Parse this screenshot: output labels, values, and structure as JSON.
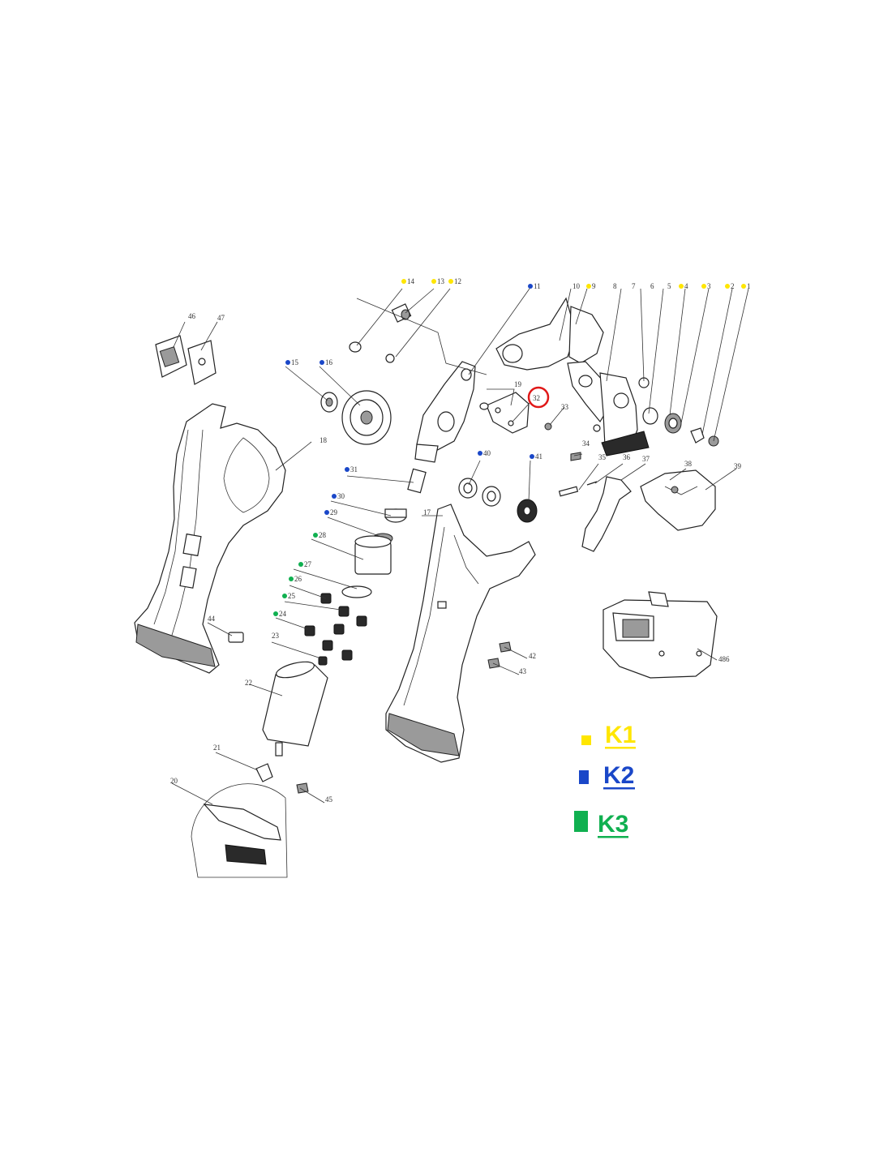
{
  "colors": {
    "k1": "#ffe600",
    "k2": "#1a47c8",
    "k3": "#10b050",
    "highlight": "#e01818",
    "line": "#222222"
  },
  "legend": [
    {
      "key": "K1",
      "label": "K1",
      "color": "#ffe600"
    },
    {
      "key": "K2",
      "label": "K2",
      "color": "#1a47c8"
    },
    {
      "key": "K3",
      "label": "K3",
      "color": "#10b050"
    }
  ],
  "highlighted_part": "32",
  "parts": [
    {
      "n": "1",
      "group": "K1"
    },
    {
      "n": "2",
      "group": "K1"
    },
    {
      "n": "3",
      "group": "K1"
    },
    {
      "n": "4",
      "group": "K1"
    },
    {
      "n": "5",
      "group": null
    },
    {
      "n": "6",
      "group": null
    },
    {
      "n": "7",
      "group": null
    },
    {
      "n": "8",
      "group": null
    },
    {
      "n": "9",
      "group": "K1"
    },
    {
      "n": "10",
      "group": null
    },
    {
      "n": "11",
      "group": "K2"
    },
    {
      "n": "12",
      "group": "K1"
    },
    {
      "n": "13",
      "group": "K1"
    },
    {
      "n": "14",
      "group": "K1"
    },
    {
      "n": "15",
      "group": "K2"
    },
    {
      "n": "16",
      "group": "K2"
    },
    {
      "n": "17",
      "group": null
    },
    {
      "n": "18",
      "group": null
    },
    {
      "n": "19",
      "group": null
    },
    {
      "n": "20",
      "group": null
    },
    {
      "n": "21",
      "group": null
    },
    {
      "n": "22",
      "group": null
    },
    {
      "n": "23",
      "group": null
    },
    {
      "n": "24",
      "group": "K3"
    },
    {
      "n": "25",
      "group": "K3"
    },
    {
      "n": "26",
      "group": "K3"
    },
    {
      "n": "27",
      "group": "K3"
    },
    {
      "n": "28",
      "group": "K3"
    },
    {
      "n": "29",
      "group": "K2"
    },
    {
      "n": "30",
      "group": "K2"
    },
    {
      "n": "31",
      "group": "K2"
    },
    {
      "n": "32",
      "group": null
    },
    {
      "n": "33",
      "group": null
    },
    {
      "n": "34",
      "group": null
    },
    {
      "n": "35",
      "group": null
    },
    {
      "n": "36",
      "group": null
    },
    {
      "n": "37",
      "group": null
    },
    {
      "n": "38",
      "group": null
    },
    {
      "n": "39",
      "group": null
    },
    {
      "n": "40",
      "group": "K2"
    },
    {
      "n": "41",
      "group": "K2"
    },
    {
      "n": "42",
      "group": null
    },
    {
      "n": "43",
      "group": null
    },
    {
      "n": "44",
      "group": null
    },
    {
      "n": "45",
      "group": null
    },
    {
      "n": "46",
      "group": null
    },
    {
      "n": "47",
      "group": null
    },
    {
      "n": "486",
      "group": null
    }
  ]
}
